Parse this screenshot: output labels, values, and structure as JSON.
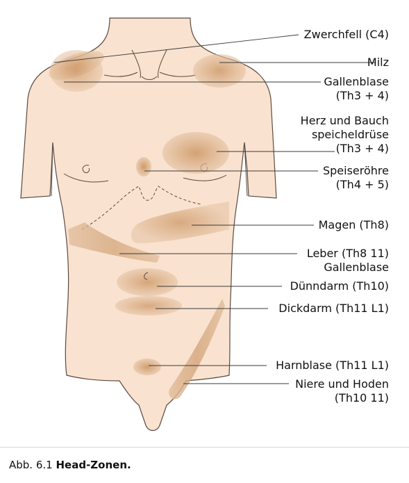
{
  "figure": {
    "labels": [
      {
        "id": "zwerchfell",
        "lines": [
          "Zwerchfell (C4)"
        ]
      },
      {
        "id": "milz",
        "lines": [
          "Milz"
        ]
      },
      {
        "id": "gallenblase-1",
        "lines": [
          "Gallenblase",
          "(Th3 + 4)"
        ]
      },
      {
        "id": "herz",
        "lines": [
          "Herz und Bauch",
          "speicheldrüse",
          "(Th3 + 4)"
        ]
      },
      {
        "id": "speiseroehre",
        "lines": [
          "Speiseröhre",
          "(Th4 + 5)"
        ]
      },
      {
        "id": "magen",
        "lines": [
          "Magen (Th8)"
        ]
      },
      {
        "id": "leber",
        "lines": [
          "Leber (Th8  11)",
          "Gallenblase"
        ]
      },
      {
        "id": "duenndarm",
        "lines": [
          "Dünndarm (Th10)"
        ]
      },
      {
        "id": "dickdarm",
        "lines": [
          "Dickdarm (Th11  L1)"
        ]
      },
      {
        "id": "harnblase",
        "lines": [
          "Harnblase (Th11  L1)"
        ]
      },
      {
        "id": "niere",
        "lines": [
          "Niere und Hoden",
          "(Th10  11)"
        ]
      }
    ]
  },
  "caption": {
    "number": "Abb. 6.1",
    "title": "Head-Zonen."
  },
  "colors": {
    "skin": "#f9e2cf",
    "outline": "#5b4a40",
    "zone": "#dcb28b",
    "zone_core": "#c68f5d",
    "leader": "#3a3a3a"
  }
}
